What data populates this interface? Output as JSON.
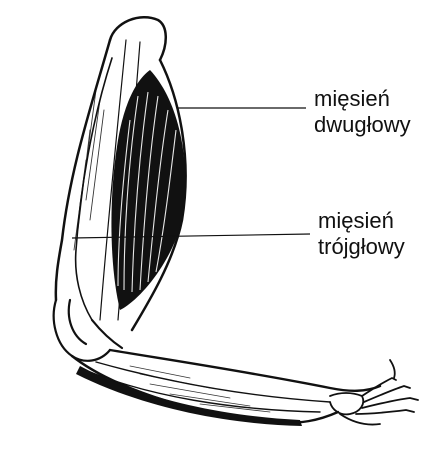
{
  "labels": {
    "biceps": {
      "line1": "mięsień",
      "line2": "dwugłowy"
    },
    "triceps": {
      "line1": "mięsień",
      "line2": "trójgłowy"
    }
  },
  "colors": {
    "ink": "#111111",
    "background": "#ffffff"
  }
}
